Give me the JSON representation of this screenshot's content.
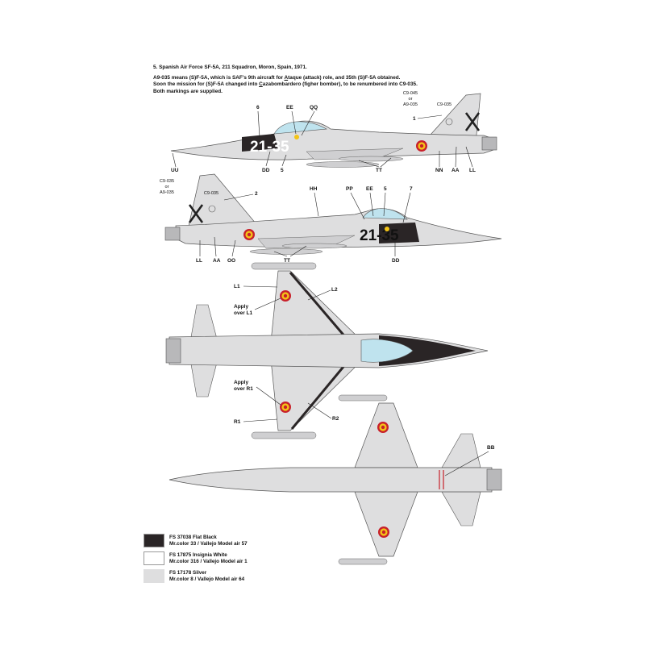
{
  "caption": {
    "title": "5. Spanish Air Force SF-5A, 211 Squadron, Moron, Spain, 1971.",
    "line1_a": "A9-035 means (S)F-5A, which is SAF's 9th aircraft for ",
    "line1_u": "A",
    "line1_b": "taque (attack) role, and 35th (S)F-5A obtained.",
    "line2_a": "Soon the mission for (S)F-5A changed into ",
    "line2_u": "C",
    "line2_b": "azabombardero (figher bomber), to be renumbered into C9-035.",
    "line3": "Both markings are supplied."
  },
  "profile_top": {
    "code": "21-35",
    "tail_code_1": "C9-045",
    "tail_or": "or",
    "tail_code_2": "A9-035",
    "fin_code": "C9-035",
    "callouts": {
      "c6": "6",
      "ee": "EE",
      "qq": "QQ",
      "c1": "1",
      "uu": "UU",
      "dd": "DD",
      "c5": "5",
      "tt": "TT",
      "nn": "NN",
      "aa": "AA",
      "ll": "LL"
    }
  },
  "profile_bottom": {
    "code": "21-35",
    "tail_code_1": "C9-035",
    "tail_or": "or",
    "tail_code_2": "A9-035",
    "fin_code": "C9-035",
    "callouts": {
      "c2": "2",
      "hh": "HH",
      "pp": "PP",
      "ee": "EE",
      "c5": "5",
      "c7": "7",
      "ll": "LL",
      "aa": "AA",
      "oo": "OO",
      "tt": "TT",
      "dd": "DD"
    }
  },
  "plan_top": {
    "callouts": {
      "l1": "L1",
      "l2": "L2",
      "apply1": "Apply",
      "apply1b": "over L1",
      "apply2": "Apply",
      "apply2b": "over R1",
      "r1": "R1",
      "r2": "R2"
    }
  },
  "plan_bottom": {
    "callouts": {
      "bb": "BB"
    }
  },
  "legend": [
    {
      "code": "FS 37038 Flat Black",
      "paint": "Mr.color 33 / Vallejo Model air 57",
      "color": "#2a2526"
    },
    {
      "code": "FS 17875 Insignia White",
      "paint": "Mr.color 316 / Vallejo Model air 1",
      "color": "#ffffff"
    },
    {
      "code": "FS 17178 Silver",
      "paint": "Mr.color 8 / Vallejo Model air 64",
      "color": "#dededf"
    }
  ],
  "colors": {
    "silver": "#dededf",
    "black": "#2a2526",
    "roundel_red": "#c8202a",
    "roundel_yellow": "#f3c417",
    "canopy": "#bfe3ee"
  }
}
